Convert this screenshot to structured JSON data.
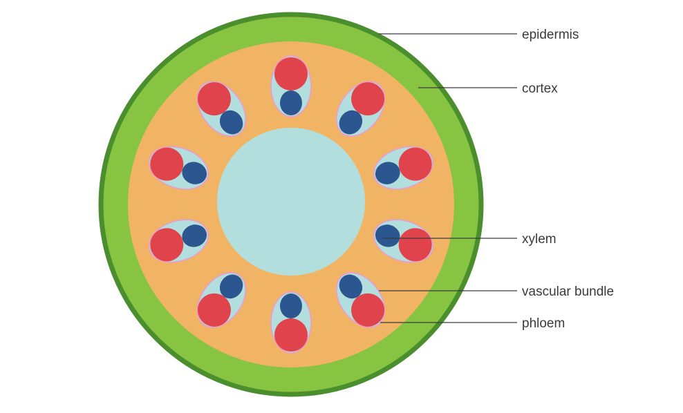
{
  "colors": {
    "epidermis_outline": "#4b8e2e",
    "epidermis_fill": "#86c441",
    "cortex_fill": "#f1b465",
    "pith_fill": "#b2dfdd",
    "bundle_fill": "#b2dfdd",
    "bundle_outline": "#e6a2c6",
    "phloem_fill": "#e1434d",
    "xylem_fill": "#2b5690",
    "text": "#3a3a3a"
  },
  "labels": {
    "epidermis": "epidermis",
    "cortex": "cortex",
    "xylem": "xylem",
    "vascular_bundle": "vascular bundle",
    "phloem": "phloem"
  },
  "vascular_bundle_count": 10
}
